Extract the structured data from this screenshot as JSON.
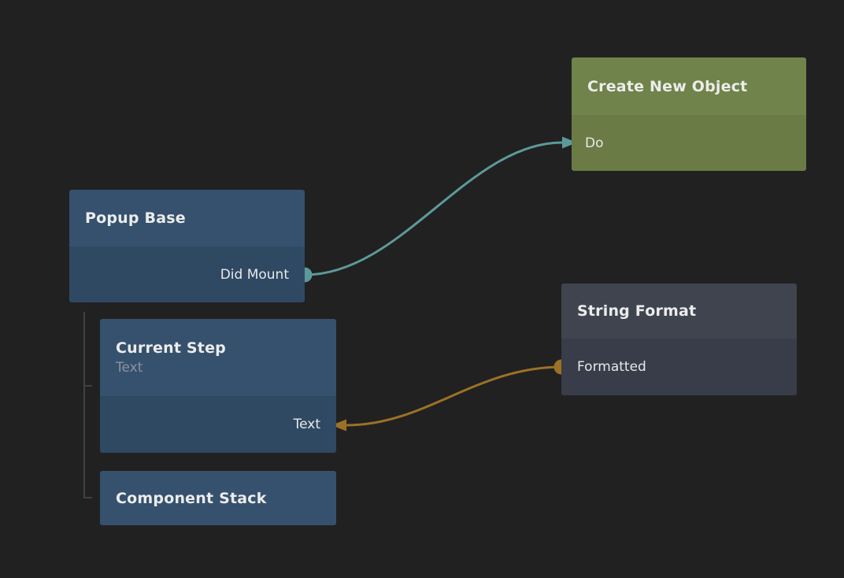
{
  "app": {
    "background": "#212121",
    "tree_line_color": "#3e4245"
  },
  "nodes": {
    "create_new_object": {
      "title": "Create New Object",
      "header_color": "#70834a",
      "body_color": "#6a7b45",
      "inputs": [
        {
          "label": "Do"
        }
      ]
    },
    "popup_base": {
      "title": "Popup Base",
      "header_color": "#36516e",
      "body_color": "#2f4963",
      "outputs": [
        {
          "label": "Did Mount"
        }
      ]
    },
    "string_format": {
      "title": "String Format",
      "header_color": "#3f444f",
      "body_color": "#383d49",
      "outputs": [
        {
          "label": "Formatted"
        }
      ]
    },
    "current_step": {
      "title": "Current Step",
      "subtitle": "Text",
      "header_color": "#36516e",
      "body_color": "#2f4963",
      "inputs": [
        {
          "label": "Text"
        }
      ]
    },
    "component_stack": {
      "title": "Component Stack",
      "header_color": "#36516e"
    }
  },
  "connections": {
    "signal": {
      "color": "#5d999b",
      "from_node": "Popup Base",
      "from_port": "Did Mount",
      "to_node": "Create New Object",
      "to_port": "Do"
    },
    "string": {
      "color": "#9c7127",
      "from_node": "String Format",
      "from_port": "Formatted",
      "to_node": "Current Step",
      "to_port": "Text"
    }
  },
  "hierarchy": {
    "parent": "Popup Base",
    "children": [
      "Current Step",
      "Component Stack"
    ]
  }
}
